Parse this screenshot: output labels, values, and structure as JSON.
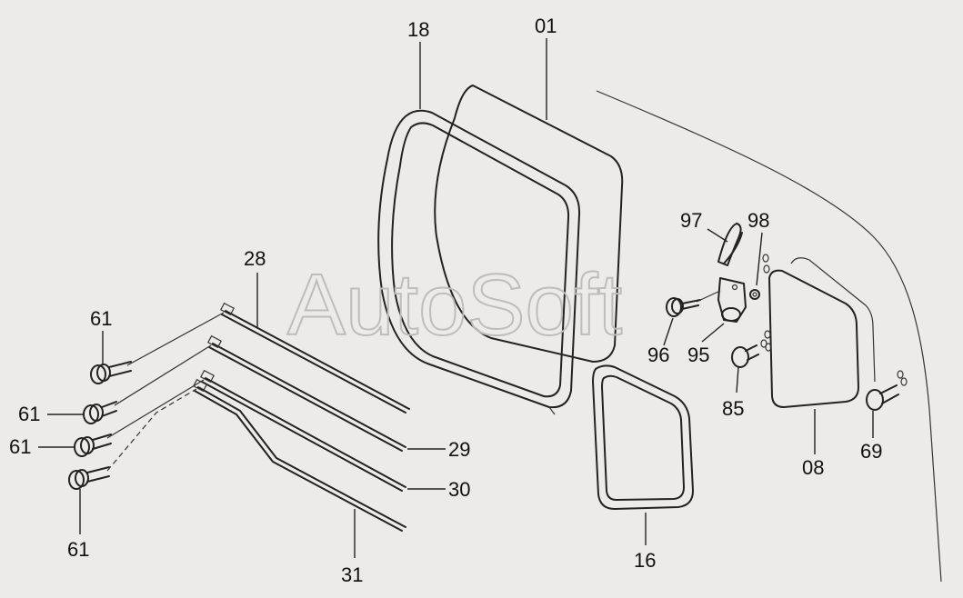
{
  "watermark": "AutoSoft",
  "callouts": [
    {
      "id": "18",
      "text": "18"
    },
    {
      "id": "01",
      "text": "01"
    },
    {
      "id": "97",
      "text": "97"
    },
    {
      "id": "98",
      "text": "98"
    },
    {
      "id": "28",
      "text": "28"
    },
    {
      "id": "61a",
      "text": "61"
    },
    {
      "id": "61b",
      "text": "61"
    },
    {
      "id": "61c",
      "text": "61"
    },
    {
      "id": "61d",
      "text": "61"
    },
    {
      "id": "96",
      "text": "96"
    },
    {
      "id": "95",
      "text": "95"
    },
    {
      "id": "85",
      "text": "85"
    },
    {
      "id": "29",
      "text": "29"
    },
    {
      "id": "30",
      "text": "30"
    },
    {
      "id": "31",
      "text": "31"
    },
    {
      "id": "16",
      "text": "16"
    },
    {
      "id": "08",
      "text": "08"
    },
    {
      "id": "69",
      "text": "69"
    }
  ]
}
